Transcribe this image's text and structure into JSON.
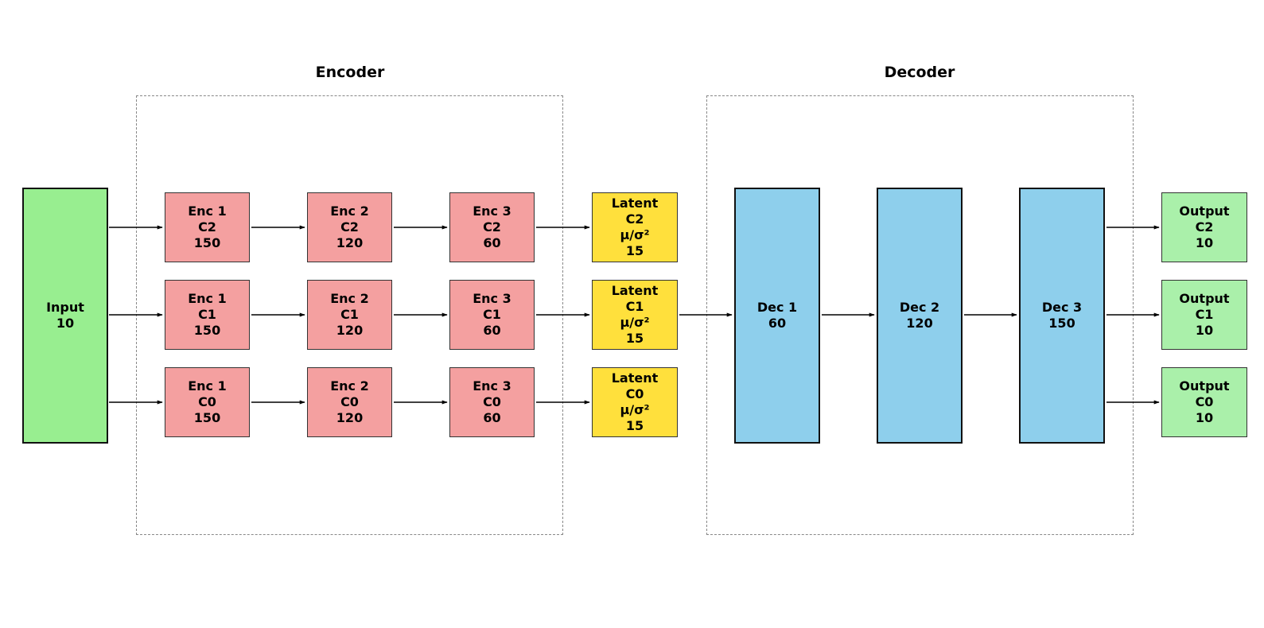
{
  "colors": {
    "input": "#98ee90",
    "encoder": "#f4a0a0",
    "latent": "#ffe03c",
    "decoder": "#8ecfec",
    "output": "#aaf0aa",
    "group_border": "#888888",
    "arrow": "#000000"
  },
  "groups": {
    "encoder_title": "Encoder",
    "decoder_title": "Decoder"
  },
  "input": {
    "label": "Input",
    "size": "10"
  },
  "rows": [
    {
      "enc1": {
        "name": "Enc 1",
        "cls": "C2",
        "size": "150"
      },
      "enc2": {
        "name": "Enc 2",
        "cls": "C2",
        "size": "120"
      },
      "enc3": {
        "name": "Enc 3",
        "cls": "C2",
        "size": "60"
      },
      "latent": {
        "name": "Latent",
        "cls": "C2",
        "param": "μ/σ²",
        "size": "15"
      },
      "output": {
        "name": "Output",
        "cls": "C2",
        "size": "10"
      }
    },
    {
      "enc1": {
        "name": "Enc 1",
        "cls": "C1",
        "size": "150"
      },
      "enc2": {
        "name": "Enc 2",
        "cls": "C1",
        "size": "120"
      },
      "enc3": {
        "name": "Enc 3",
        "cls": "C1",
        "size": "60"
      },
      "latent": {
        "name": "Latent",
        "cls": "C1",
        "param": "μ/σ²",
        "size": "15"
      },
      "output": {
        "name": "Output",
        "cls": "C1",
        "size": "10"
      }
    },
    {
      "enc1": {
        "name": "Enc 1",
        "cls": "C0",
        "size": "150"
      },
      "enc2": {
        "name": "Enc 2",
        "cls": "C0",
        "size": "120"
      },
      "enc3": {
        "name": "Enc 3",
        "cls": "C0",
        "size": "60"
      },
      "latent": {
        "name": "Latent",
        "cls": "C0",
        "param": "μ/σ²",
        "size": "15"
      },
      "output": {
        "name": "Output",
        "cls": "C0",
        "size": "10"
      }
    }
  ],
  "decoder": [
    {
      "name": "Dec 1",
      "size": "60"
    },
    {
      "name": "Dec 2",
      "size": "120"
    },
    {
      "name": "Dec 3",
      "size": "150"
    }
  ]
}
